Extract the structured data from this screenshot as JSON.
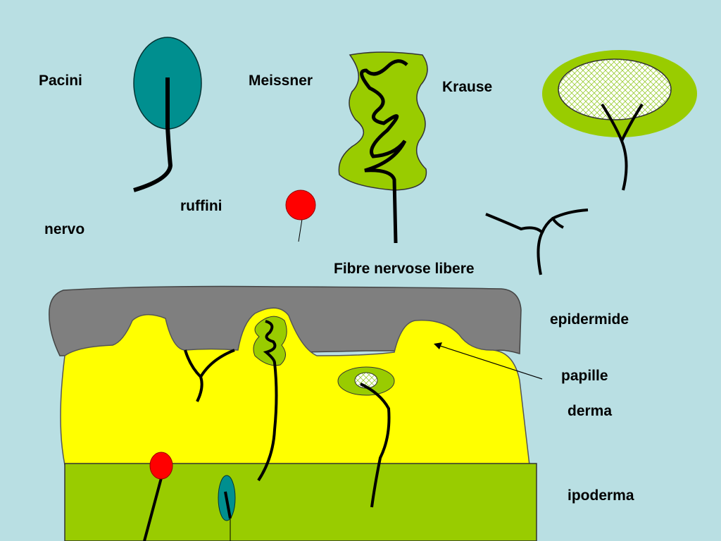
{
  "labels": {
    "pacini": "Pacini",
    "meissner": "Meissner",
    "krause": "Krause",
    "ruffini": "ruffini",
    "nervo": "nervo",
    "free_fibers": "Fibre nervose libere",
    "epidermis": "epidermide",
    "papillae": "papille",
    "dermis": "derma",
    "hypodermis": "ipoderma"
  },
  "colors": {
    "background": "#b9dfe3",
    "epidermis": "#7f7f7f",
    "dermis": "#ffff00",
    "hypodermis": "#99cc00",
    "pacini": "#008f8f",
    "meissner": "#99cc00",
    "krause_ring": "#99cc00",
    "ruffini": "#ff0000"
  }
}
